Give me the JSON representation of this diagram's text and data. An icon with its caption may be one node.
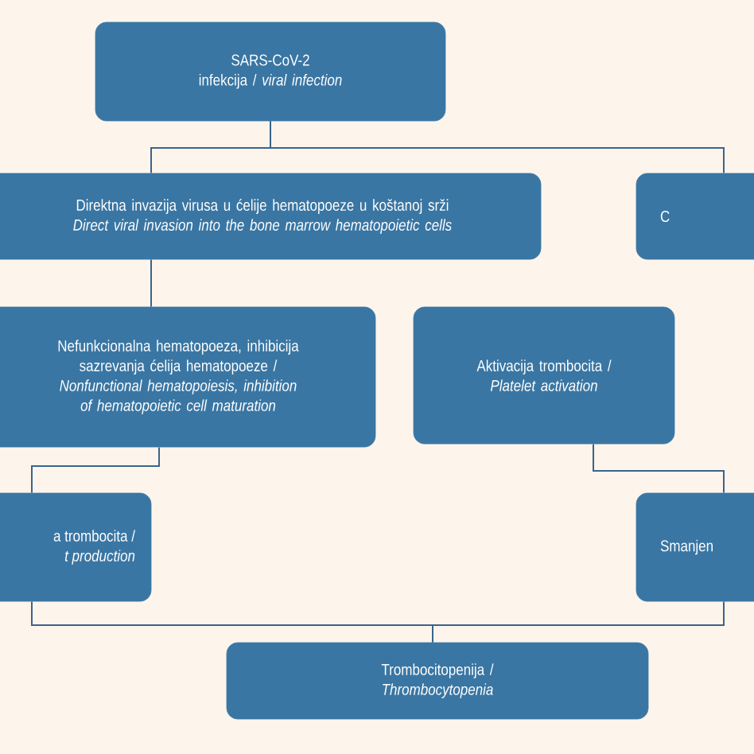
{
  "diagram": {
    "nodes": [
      {
        "text": [
          "SARS-CoV-2",
          "infekcija / *viral infection*"
        ]
      },
      {
        "text": [
          "Direktna invazija virusa u ćelije hematopoeze u koštanoj srži",
          "Direct viral invasion into the bone marrow hematopoietic cells"
        ]
      },
      {
        "text": [
          "C"
        ]
      },
      {
        "text": [
          "Nefunkcionalna hematopoeza, inhibicija sazrevanja ćelija hematopoeze /",
          "Nonfunctional hematopoiesis, inhibition of hematopoietic cell maturation"
        ]
      },
      {
        "text": [
          "Aktivacija trombocita /",
          "Platelet activation"
        ]
      },
      {
        "text": [
          "a trombocita /",
          "t production"
        ]
      },
      {
        "text": [
          "Smanjen"
        ]
      },
      {
        "text": [
          "Trombocitopenija /",
          "Thrombocytopenia"
        ]
      }
    ],
    "edges": [
      {
        "from": 0,
        "to": 1,
        "arrow": "none"
      },
      {
        "from": 0,
        "to": 2,
        "arrow": "none"
      },
      {
        "from": 1,
        "to": 3,
        "arrow": "none"
      },
      {
        "from": 3,
        "to": 5,
        "arrow": "none"
      },
      {
        "from": 4,
        "to": 6,
        "arrow": "none"
      },
      {
        "from": 5,
        "to": 7,
        "arrow": "none"
      },
      {
        "from": 6,
        "to": 7,
        "arrow": "none"
      }
    ]
  }
}
